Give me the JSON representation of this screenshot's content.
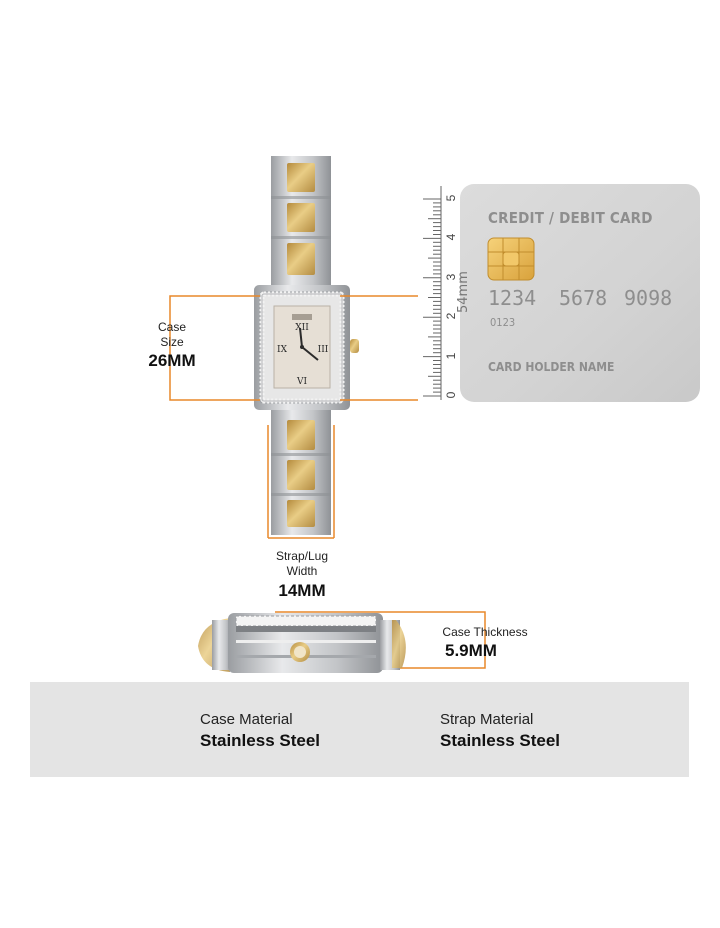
{
  "dimensions": {
    "case_size": {
      "label": "Case\nSize",
      "value": "26MM"
    },
    "strap_width": {
      "label": "Strap/Lug\nWidth",
      "value": "14MM"
    },
    "case_thickness": {
      "label": "Case Thickness",
      "value": "5.9MM"
    }
  },
  "ruler": {
    "ticks": [
      "0",
      "1",
      "2",
      "3",
      "4",
      "5"
    ],
    "height_label": "54mm"
  },
  "card": {
    "title": "CREDIT / DEBIT CARD",
    "number_groups": [
      "1234",
      "5678",
      "9098"
    ],
    "small_number": "0123",
    "holder": "CARD HOLDER NAME"
  },
  "materials": {
    "case": {
      "label": "Case Material",
      "value": "Stainless Steel",
      "icon": "watch-outline-icon"
    },
    "strap": {
      "label": "Strap Material",
      "value": "Stainless Steel",
      "icon": "strap-outline-icon"
    }
  },
  "colors": {
    "accent_orange": "#e8882a",
    "gold": "#c9a34e",
    "steel": "#bfc1c4",
    "card": "#d6d6d6",
    "info_bar": "#e4e4e4"
  }
}
